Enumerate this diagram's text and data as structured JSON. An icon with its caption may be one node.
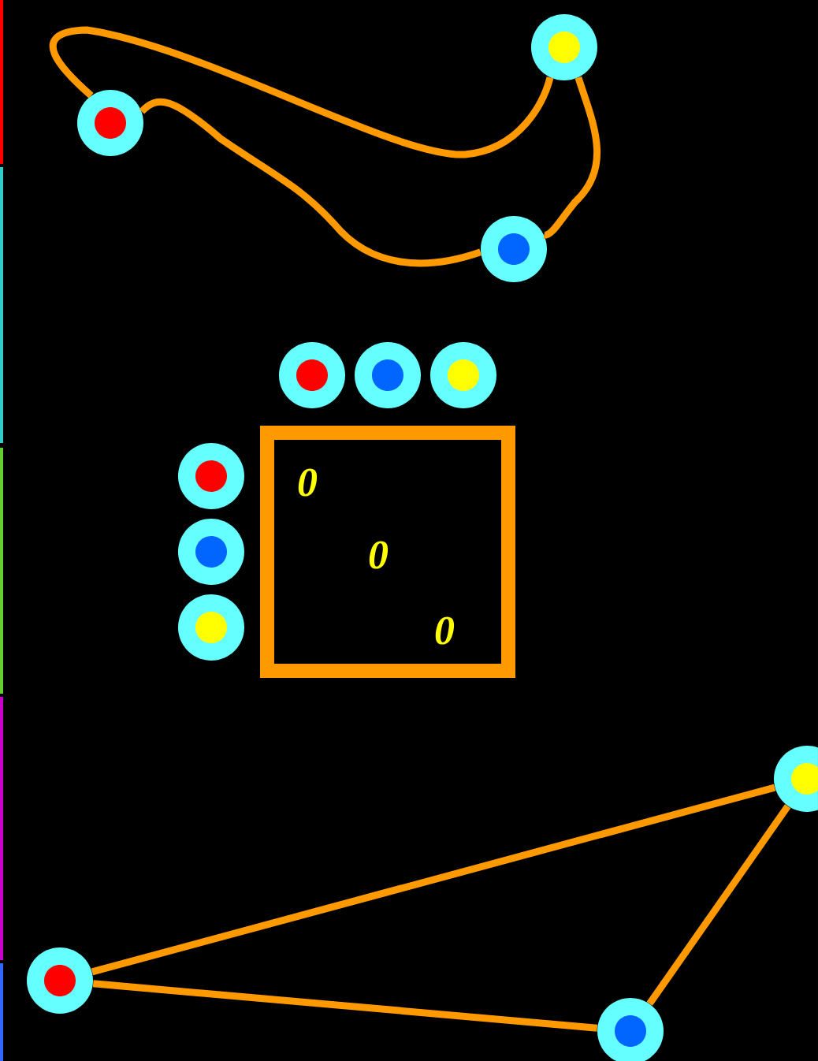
{
  "diagram": {
    "nodes": [
      {
        "text": [],
        "shape": "circle"
      },
      {
        "text": [],
        "shape": "circle"
      },
      {
        "text": [],
        "shape": "circle"
      },
      {
        "text": [],
        "shape": "circle"
      },
      {
        "text": [],
        "shape": "circle"
      },
      {
        "text": [],
        "shape": "circle"
      },
      {
        "text": [],
        "shape": "circle"
      },
      {
        "text": [],
        "shape": "circle"
      },
      {
        "text": [],
        "shape": "circle"
      },
      {
        "text": [
          "0",
          "0",
          "0"
        ]
      },
      {
        "text": [],
        "shape": "circle"
      },
      {
        "text": [],
        "shape": "circle"
      },
      {
        "text": [],
        "shape": "circle"
      }
    ],
    "edges": [
      {
        "from": 0,
        "to": 1,
        "arrow": "none"
      },
      {
        "from": 1,
        "to": 2,
        "arrow": "none"
      },
      {
        "from": 2,
        "to": 0,
        "arrow": "none"
      },
      {
        "from": 10,
        "to": 11,
        "arrow": "none"
      },
      {
        "from": 11,
        "to": 12,
        "arrow": "none"
      },
      {
        "from": 12,
        "to": 10,
        "arrow": "none"
      }
    ]
  }
}
